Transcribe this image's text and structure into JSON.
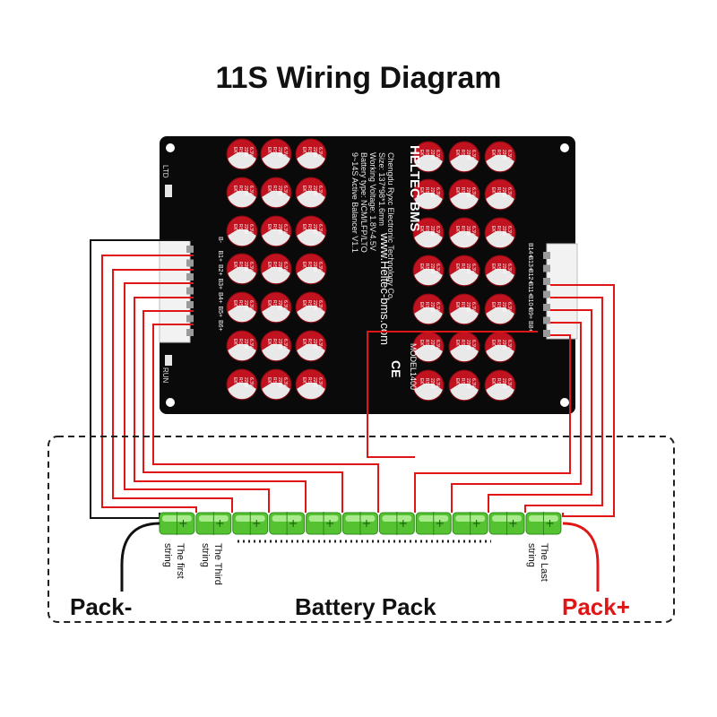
{
  "title": "11S Wiring Diagram",
  "labels": {
    "pack_negative": "Pack-",
    "pack_positive": "Pack+",
    "battery_pack": "Battery Pack",
    "first_string": "The first string",
    "third_string": "The Third string",
    "last_string": "The Last string"
  },
  "board": {
    "brand": "HELTEC BMS",
    "website": "www.Heltec-bms.com",
    "model": "MODEL1400",
    "spec_lines": [
      "9~14S Active Balancer V1.1",
      "Battery type: NCM/LFP/LTO",
      "Working Voltage: 1.8V-4.5V",
      "Size: 137*98*1.6mm",
      "Chengdu Ryxc Electronic Technology Co."
    ],
    "capacitor_text": [
      "EK",
      "RS",
      "2200",
      "6.3V"
    ],
    "led_ltd": "LTD",
    "led_run": "RUN",
    "ce_mark": "CE",
    "left_connector_pins": [
      "B-",
      "B1+",
      "B2+",
      "B3+",
      "B4+",
      "B5+",
      "B6+"
    ],
    "right_connector_pins": [
      "B14+",
      "B13+",
      "B12+",
      "B11+",
      "B10+",
      "B9+",
      "B8+"
    ]
  },
  "cells": {
    "count": 11,
    "color": "#54c231"
  },
  "colors": {
    "wire": "#e01515",
    "neg_wire": "#111111",
    "pos_wire": "#e01515",
    "board": "#0a0a0a",
    "cap_body": "#c1121f"
  }
}
